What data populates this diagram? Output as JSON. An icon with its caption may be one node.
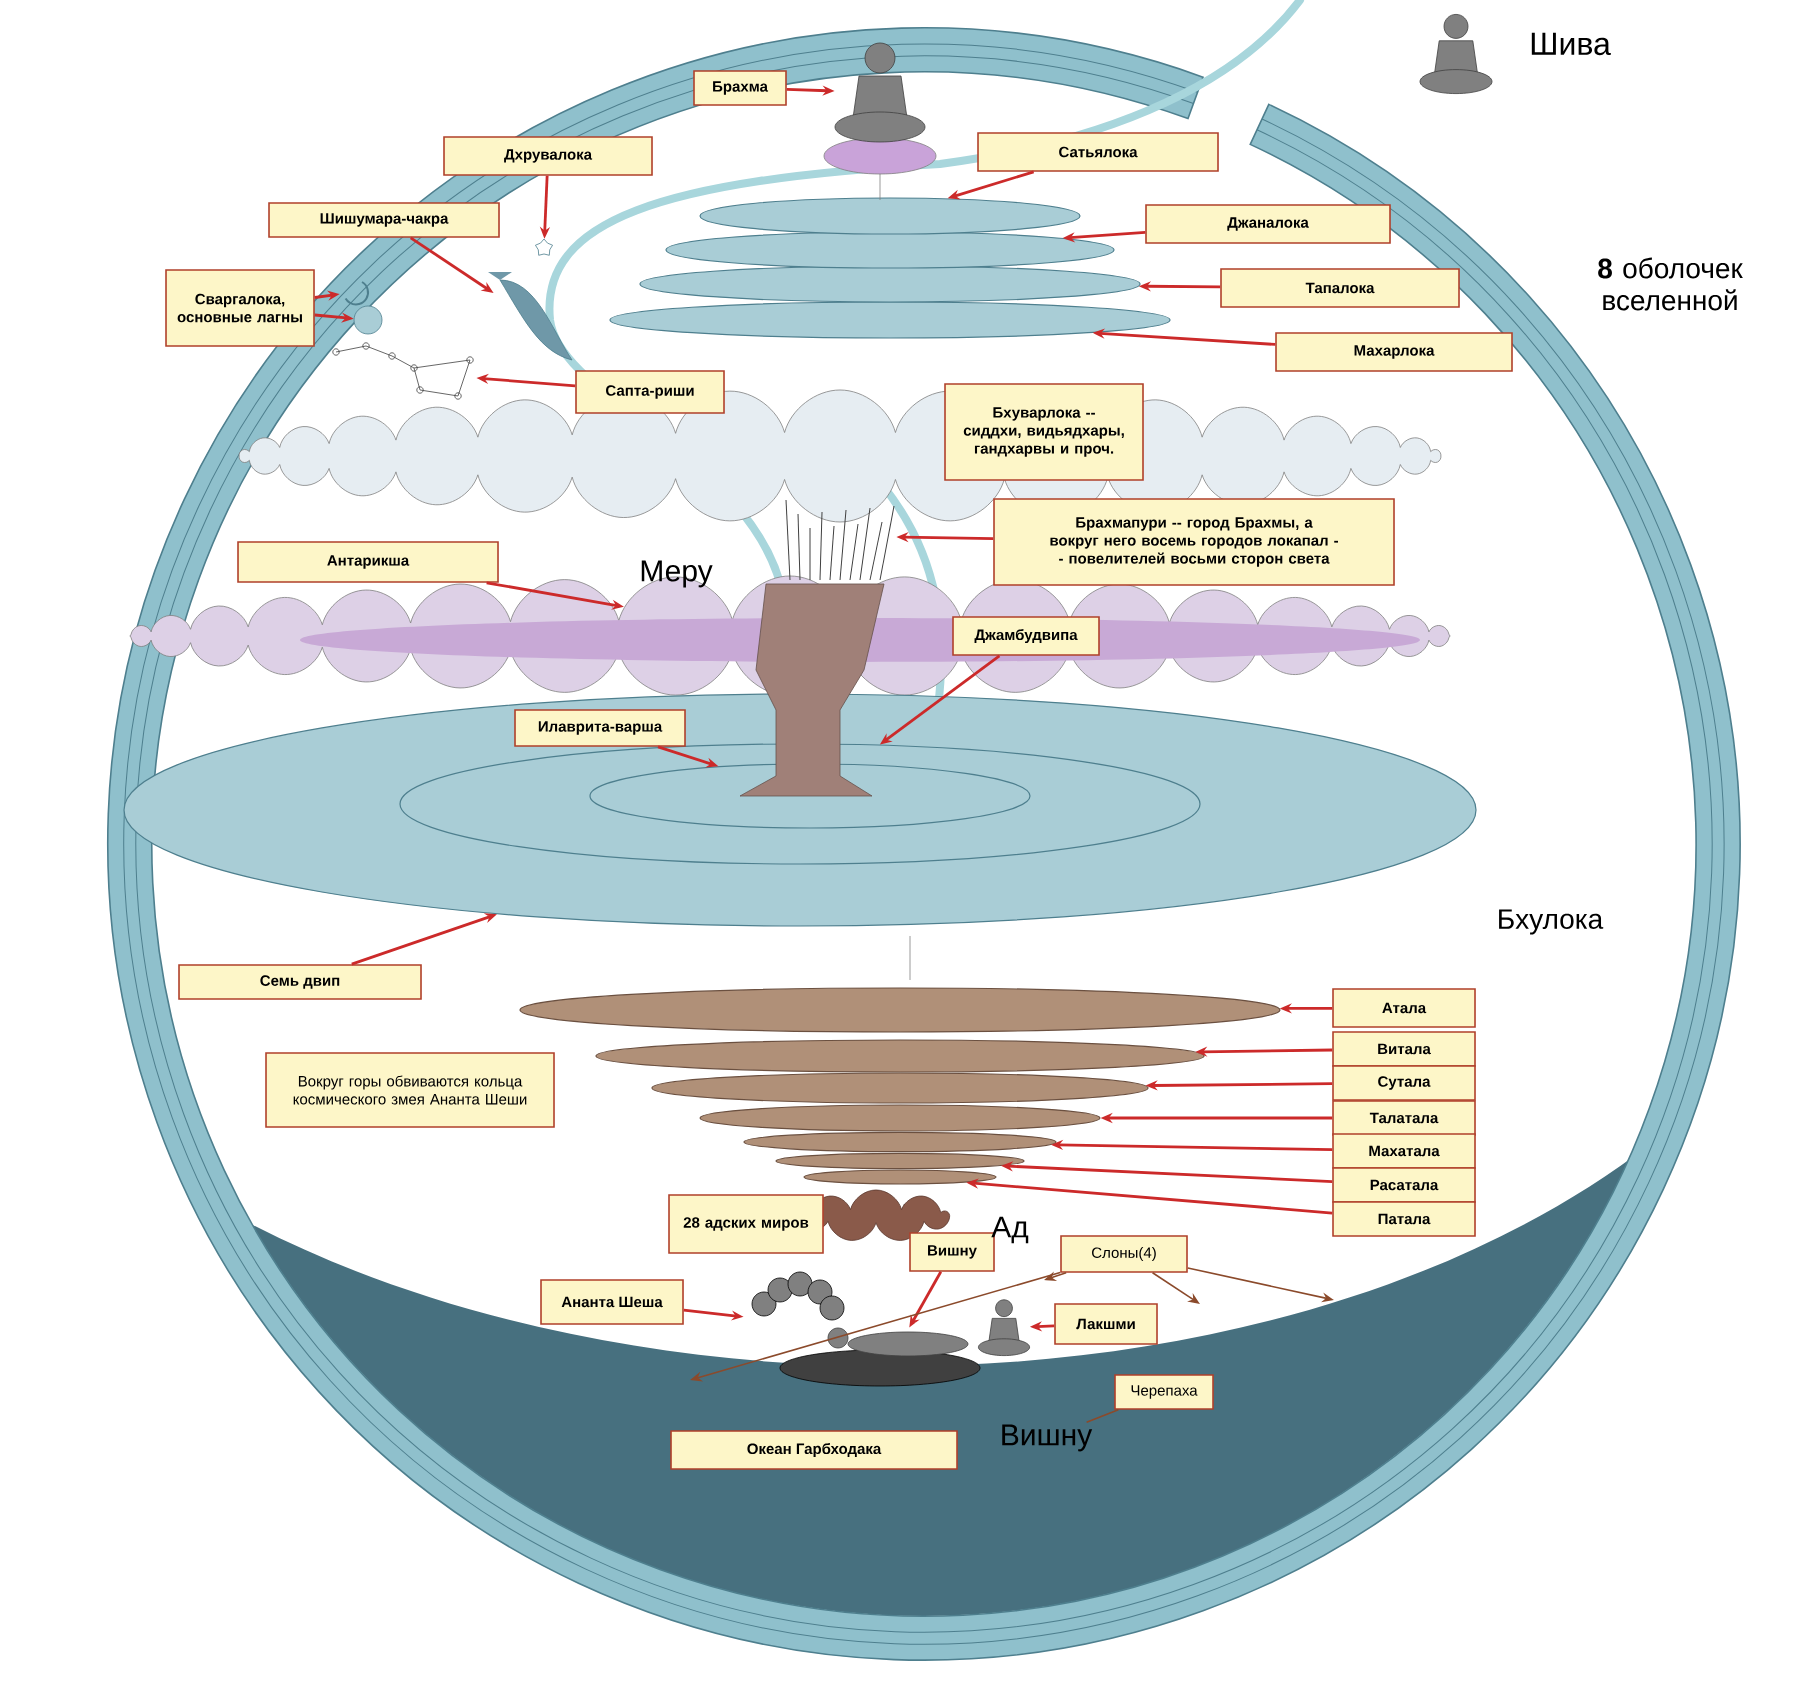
{
  "diagram": {
    "nodes": [
      {
        "text": [
          "Брахма"
        ]
      },
      {
        "text": [
          "Дхрувалока"
        ]
      },
      {
        "text": [
          "Шишумара-чакра"
        ]
      },
      {
        "text": [
          "Сваргалока, основные лагны"
        ]
      },
      {
        "text": [
          "Сапта-риши"
        ]
      },
      {
        "text": [
          "Сатьялока"
        ]
      },
      {
        "text": [
          "Джаналока"
        ]
      },
      {
        "text": [
          "Тапалока"
        ]
      },
      {
        "text": [
          "Махарлока"
        ]
      },
      {
        "text": [
          "Бхуварлока -- сиддхи, видьядхары, гандхарвы и проч."
        ]
      },
      {
        "text": [
          "Брахмапури -- город Брахмы, а вокруг него восемь городов локапал -- повелителей восьми сторон света"
        ]
      },
      {
        "text": [
          "Антарикша"
        ]
      },
      {
        "text": [
          "Джамбудвипа"
        ],
        "in": 42
      },
      {
        "text": [
          "Илаврита-варша"
        ],
        "in": 43
      },
      {
        "text": [
          "Семь двип"
        ]
      },
      {
        "text": [
          "Вокруг горы обвиваются кольца космического змея Ананта Шеши"
        ]
      },
      {
        "text": [
          "Атала"
        ]
      },
      {
        "text": [
          "Витала"
        ]
      },
      {
        "text": [
          "Сутала"
        ]
      },
      {
        "text": [
          "Талатала"
        ]
      },
      {
        "text": [
          "Махатала"
        ]
      },
      {
        "text": [
          "Расатала"
        ]
      },
      {
        "text": [
          "Патала"
        ]
      },
      {
        "text": [
          "28 адских миров"
        ]
      },
      {
        "text": [
          "Ананта Шеша"
        ]
      },
      {
        "text": [
          "Вишну"
        ]
      },
      {
        "text": [
          "Слоны(4)"
        ]
      },
      {
        "text": [
          "Лакшми"
        ]
      },
      {
        "text": [
          "Черепаха"
        ]
      },
      {
        "text": [
          "Океан Гарбходака"
        ]
      },
      {
        "text": [
          "Вишну"
        ]
      },
      {
        "text": [],
        "shape": "person"
      },
      {
        "text": [],
        "shape": "star"
      },
      {
        "text": [],
        "shape": "picture"
      },
      {
        "text": [],
        "shape": "crescent"
      },
      {
        "text": [],
        "shape": "circle"
      },
      {
        "text": [],
        "shape": "picture"
      },
      {
        "text": [],
        "shape": "ellipse"
      },
      {
        "text": [],
        "shape": "ellipse"
      },
      {
        "text": [],
        "shape": "ellipse"
      },
      {
        "text": [],
        "shape": "ellipse"
      },
      {
        "text": [],
        "shape": "picture"
      },
      {
        "text": [],
        "shape": "cloud"
      },
      {
        "text": [],
        "shape": "ellipse"
      },
      {
        "text": [],
        "shape": "ellipse",
        "in": 43
      },
      {
        "text": [],
        "shape": "ellipse",
        "in": 44
      },
      {
        "text": [],
        "shape": "ellipse"
      },
      {
        "text": [],
        "shape": "ellipse"
      },
      {
        "text": [],
        "shape": "ellipse"
      },
      {
        "text": [],
        "shape": "ellipse"
      },
      {
        "text": [],
        "shape": "ellipse"
      },
      {
        "text": [],
        "shape": "ellipse"
      },
      {
        "text": [],
        "shape": "ellipse"
      },
      {
        "text": [],
        "shape": "picture"
      },
      {
        "text": [],
        "shape": "person",
        "in": 53
      },
      {
        "text": [],
        "shape": "person"
      }
    ],
    "edges": [
      {
        "from": 0,
        "to": 31,
        "arrow": "to"
      },
      {
        "from": 1,
        "to": 32,
        "arrow": "to"
      },
      {
        "from": 2,
        "to": 33,
        "arrow": "to"
      },
      {
        "from": 3,
        "to": 34,
        "arrow": "to"
      },
      {
        "from": 3,
        "to": 35,
        "arrow": "to"
      },
      {
        "from": 4,
        "to": 36,
        "arrow": "to"
      },
      {
        "from": 5,
        "to": 37,
        "arrow": "to"
      },
      {
        "from": 6,
        "to": 38,
        "arrow": "to"
      },
      {
        "from": 7,
        "to": 39,
        "arrow": "to"
      },
      {
        "from": 8,
        "to": 40,
        "arrow": "to"
      },
      {
        "from": 10,
        "to": 41,
        "arrow": "to"
      },
      {
        "from": 11,
        "to": 42,
        "arrow": "to"
      },
      {
        "from": 12,
        "to": 44,
        "arrow": "to"
      },
      {
        "from": 13,
        "to": 45,
        "arrow": "to"
      },
      {
        "from": 14,
        "to": 43,
        "arrow": "to"
      },
      {
        "from": 16,
        "to": 46,
        "arrow": "to"
      },
      {
        "from": 17,
        "to": 47,
        "arrow": "to"
      },
      {
        "from": 18,
        "to": 48,
        "arrow": "to"
      },
      {
        "from": 19,
        "to": 49,
        "arrow": "to"
      },
      {
        "from": 20,
        "to": 50,
        "arrow": "to"
      },
      {
        "from": 21,
        "to": 51,
        "arrow": "to"
      },
      {
        "from": 22,
        "to": 52,
        "arrow": "to"
      },
      {
        "from": 24,
        "to": 53,
        "arrow": "to"
      },
      {
        "from": 25,
        "to": 54,
        "arrow": "to"
      },
      {
        "from": 27,
        "to": 55,
        "arrow": "to"
      },
      {
        "from": 26,
        "to": null,
        "arrow": "to",
        "color": "#8b4a2b"
      },
      {
        "from": 26,
        "to": null,
        "arrow": "to",
        "color": "#8b4a2b"
      },
      {
        "from": 26,
        "to": null,
        "arrow": "to",
        "color": "#8b4a2b"
      },
      {
        "from": 26,
        "to": null,
        "arrow": "to",
        "color": "#8b4a2b"
      },
      {
        "from": 28,
        "to": 30,
        "arrow": "none",
        "color": "#8b4a2b"
      }
    ],
    "labels": [
      "Шива",
      "**8** оболочек вселенной",
      "Меру",
      "Бхулока",
      "Ад"
    ]
  }
}
